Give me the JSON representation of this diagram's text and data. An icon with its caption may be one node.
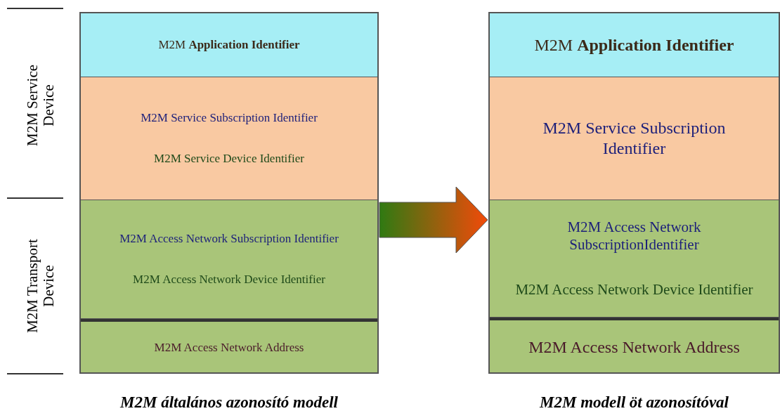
{
  "diagram": {
    "nodes": [
      {
        "text": [],
        "shape": "box",
        "beside": [
          "M2M általános azonosító modell"
        ]
      },
      {
        "text": [
          "M2M **Application Identifier**"
        ],
        "in": 0
      },
      {
        "text": [
          "M2M Service Subscription Identifier",
          "M2M Service Device Identifier"
        ],
        "in": 0
      },
      {
        "text": [
          "M2M Access Network Subscription Identifier",
          "M2M Access Network Device Identifier"
        ],
        "in": 0
      },
      {
        "text": [
          "M2M Access Network Address"
        ],
        "in": 0
      },
      {
        "text": [],
        "shape": "box",
        "beside": [
          "M2M modell öt azonosítóval"
        ]
      },
      {
        "text": [
          "M2M **Application Identifier**"
        ],
        "in": 5
      },
      {
        "text": [
          "M2M Service Subscription Identifier"
        ],
        "in": 5
      },
      {
        "text": [
          "M2M Access Network SubscriptionIdentifier",
          "M2M Access Network Device Identifier"
        ],
        "in": 5
      },
      {
        "text": [
          "M2M Access Network Address"
        ],
        "in": 5
      }
    ],
    "edges": [
      {
        "from": 0,
        "to": 5,
        "arrow": "to"
      }
    ],
    "labels": [
      "M2M Service Device",
      "M2M Transport Device"
    ]
  }
}
